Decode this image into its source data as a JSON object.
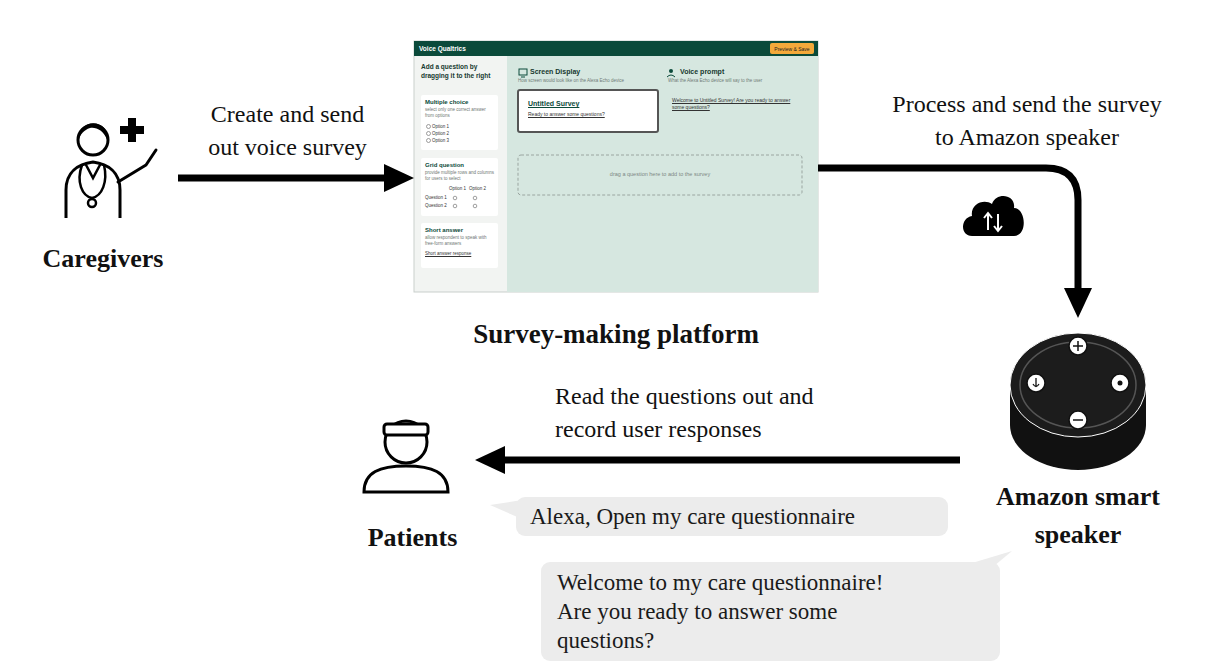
{
  "diagram": {
    "nodes": [
      {
        "text": [
          "Caregivers"
        ]
      },
      {
        "text": [
          "Survey-making platform"
        ]
      },
      {
        "text": [
          "Voice Qualtrics"
        ],
        "in": 1
      },
      {
        "text": [
          "Preview & Save"
        ],
        "in": 2
      },
      {
        "text": [
          "Add a question by dragging it to the right"
        ],
        "in": 1
      },
      {
        "text": [
          "Multiple choice",
          "select only one correct answer from options",
          "Option 1",
          "Option 2",
          "Option 3"
        ],
        "in": 4
      },
      {
        "text": [
          "Grid question",
          "provide multiple rows and columns for users to select",
          "Option 1",
          "Option 2",
          "Question 1",
          "Question 2"
        ],
        "in": 4
      },
      {
        "text": [
          "Short answer",
          "allow respondent to speak with free-form answers",
          "Short answer response"
        ],
        "in": 4
      },
      {
        "text": [
          "Screen Display",
          "How screen would look like on the Alexa Echo device",
          "Voice prompt",
          "What the Alexa Echo device will say to the user",
          "Welcome to Untitled Survey! Are you ready to answer some questions?"
        ],
        "in": 1
      },
      {
        "text": [
          "Untitled Survey",
          "Ready to answer some questions?"
        ],
        "in": 8
      },
      {
        "text": [
          "drag a question here to add to the survey"
        ],
        "in": 8
      },
      {
        "text": [
          "Amazon smart speaker"
        ]
      },
      {
        "text": [
          "Patients"
        ]
      },
      {
        "text": [
          "Alexa, Open my care questionnaire"
        ]
      },
      {
        "text": [
          "Welcome to my care questionnaire! Are you ready to answer some questions?"
        ]
      }
    ],
    "edges": [
      {
        "from": 0,
        "to": 1,
        "label": "Create and send out voice survey",
        "arrow": "to"
      },
      {
        "from": 1,
        "to": 11,
        "label": "Process and send the survey to Amazon speaker",
        "arrow": "to"
      },
      {
        "from": 11,
        "to": 12,
        "label": "Read the questions out and record user responses",
        "arrow": "to"
      }
    ]
  }
}
